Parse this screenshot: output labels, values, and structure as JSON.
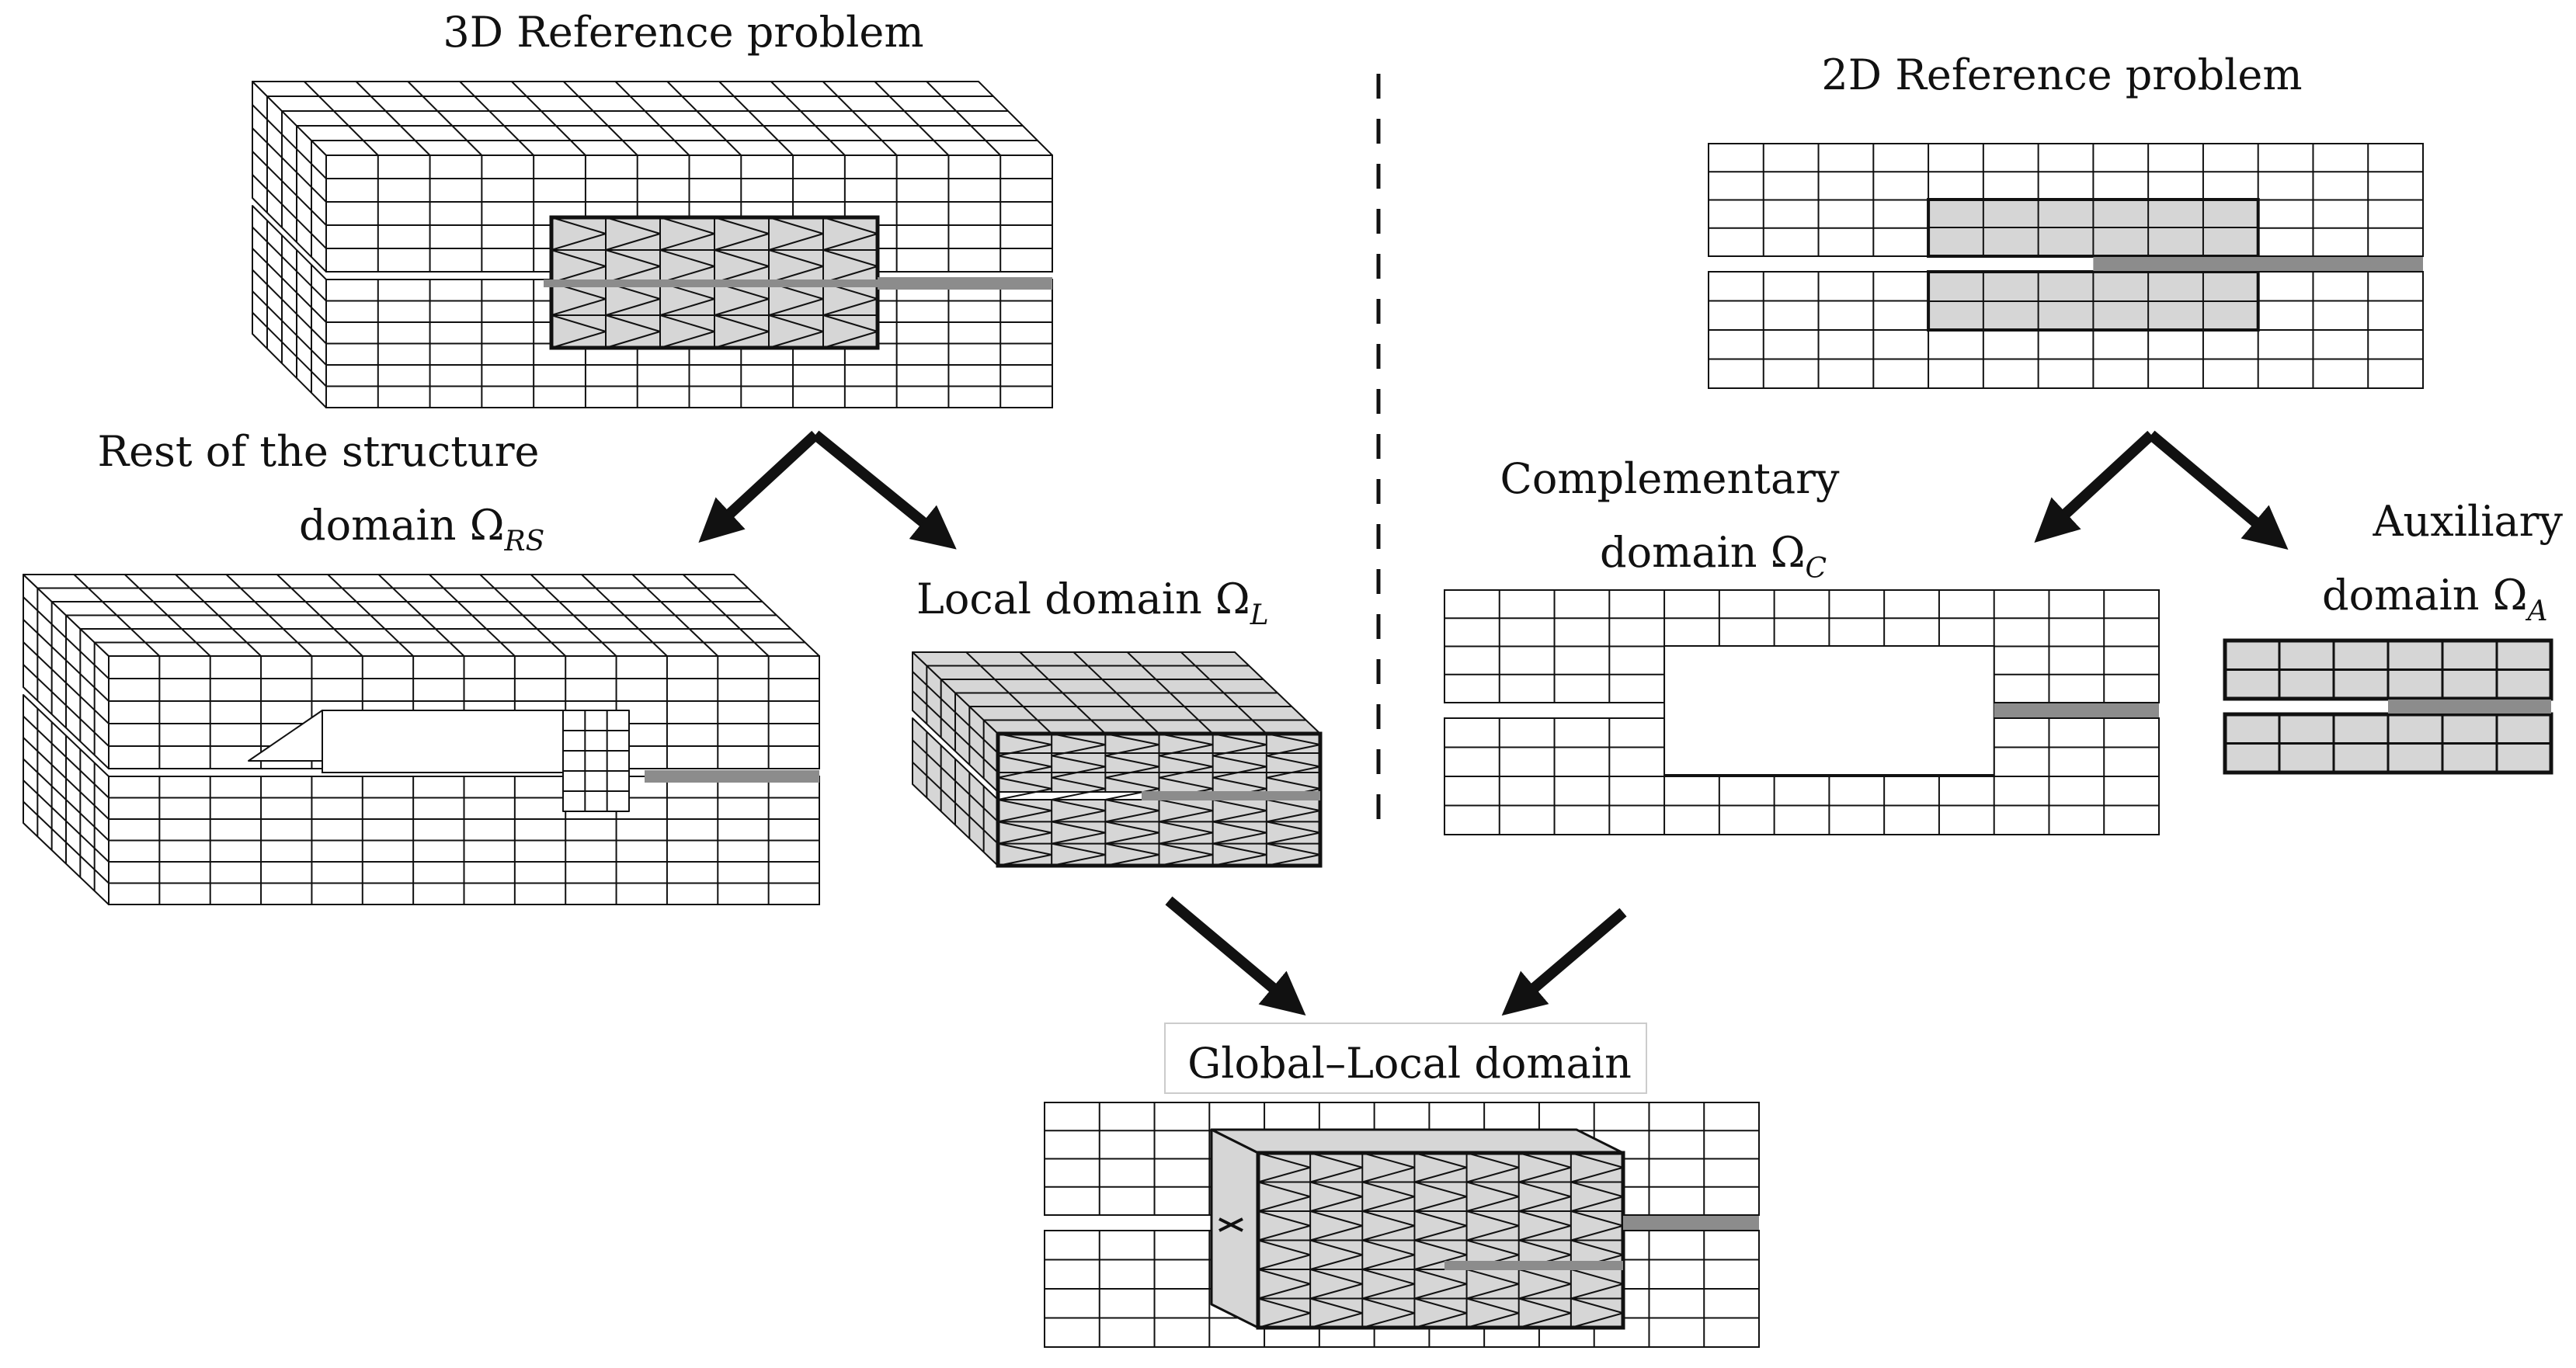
{
  "labels": {
    "ref3d": "3D Reference problem",
    "ref2d": "2D Reference problem",
    "rest_line1": "Rest of the structure",
    "rest_line2": "domain Ω",
    "rest_sub": "RS",
    "local": "Local domain Ω",
    "local_sub": "L",
    "comp_line1": "Complementary",
    "comp_line2": "domain Ω",
    "comp_sub": "C",
    "aux_line1": "Auxiliary",
    "aux_line2": "domain Ω",
    "aux_sub": "A",
    "global_local": "Global–Local domain"
  },
  "colors": {
    "line": "#111111",
    "local_fill": "#d6d6d6",
    "crack": "#8c8c8c",
    "background": "#ffffff"
  }
}
